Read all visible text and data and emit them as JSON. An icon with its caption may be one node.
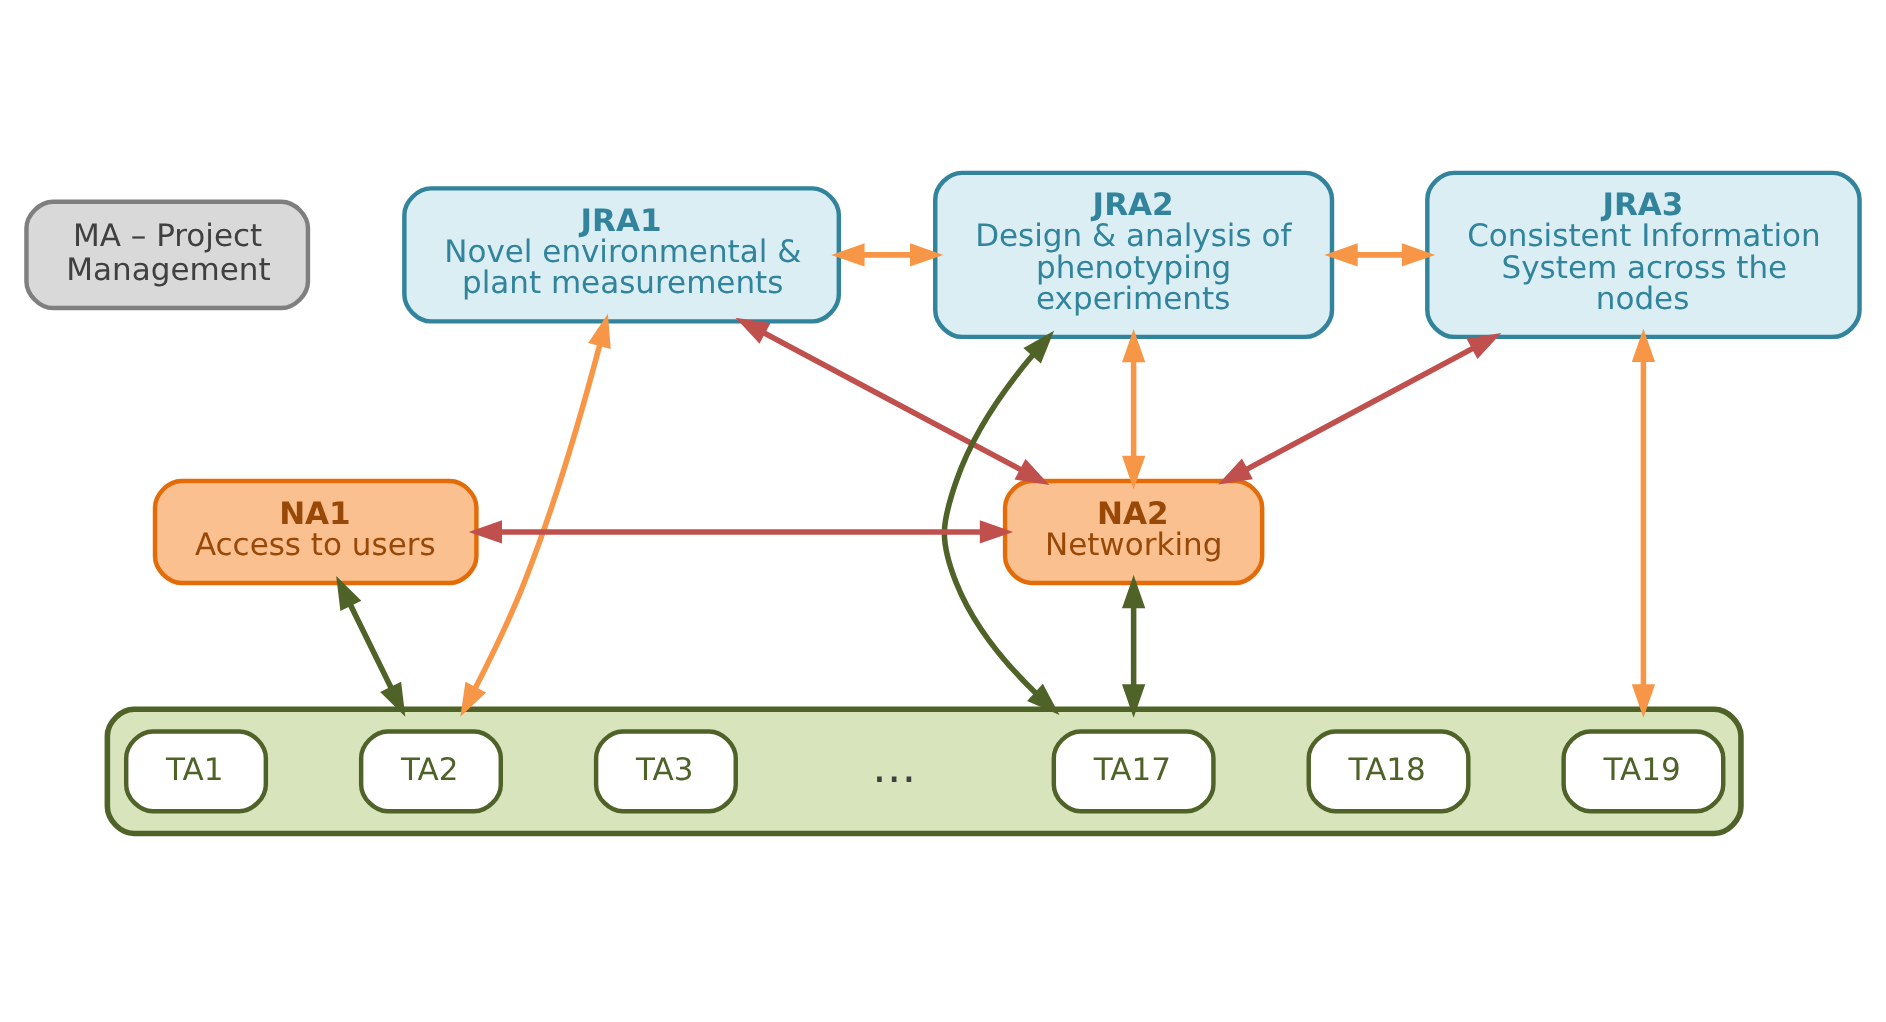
{
  "diagram": {
    "nodes": [
      {
        "text": [
          "MA – Project Management"
        ]
      },
      {
        "text": [
          "JRA1",
          "Novel environmental & plant measurements"
        ]
      },
      {
        "text": [
          "JRA2",
          "Design & analysis of phenotyping experiments"
        ]
      },
      {
        "text": [
          "JRA3",
          "Consistent Information System across the nodes"
        ]
      },
      {
        "text": [
          "NA1",
          "Access to users"
        ]
      },
      {
        "text": [
          "NA2",
          "Networking"
        ]
      },
      {
        "text": [],
        "shape": "box"
      },
      {
        "text": [
          "TA1"
        ],
        "in": 6
      },
      {
        "text": [
          "TA2"
        ],
        "in": 6
      },
      {
        "text": [
          "TA3"
        ],
        "in": 6
      },
      {
        "text": [
          "TA17"
        ],
        "in": 6
      },
      {
        "text": [
          "TA18"
        ],
        "in": 6
      },
      {
        "text": [
          "TA19"
        ],
        "in": 6
      }
    ],
    "edges": [
      {
        "from": 1,
        "to": 2,
        "arrow": "both"
      },
      {
        "from": 2,
        "to": 3,
        "arrow": "both"
      },
      {
        "from": 1,
        "to": 6,
        "arrow": "both"
      },
      {
        "from": 1,
        "to": 5,
        "arrow": "both",
        "color": "#c0504d"
      },
      {
        "from": 2,
        "to": 6,
        "arrow": "both",
        "color": "#4f6228"
      },
      {
        "from": 2,
        "to": 5,
        "arrow": "both"
      },
      {
        "from": 3,
        "to": 5,
        "arrow": "both",
        "color": "#c0504d"
      },
      {
        "from": 3,
        "to": 6,
        "arrow": "both"
      },
      {
        "from": 4,
        "to": 5,
        "arrow": "both",
        "color": "#c0504d"
      },
      {
        "from": 4,
        "to": 6,
        "arrow": "both",
        "color": "#4f6228"
      },
      {
        "from": 6,
        "to": 5,
        "arrow": "both",
        "color": "#4f6228"
      }
    ],
    "labels": [
      "…"
    ]
  }
}
